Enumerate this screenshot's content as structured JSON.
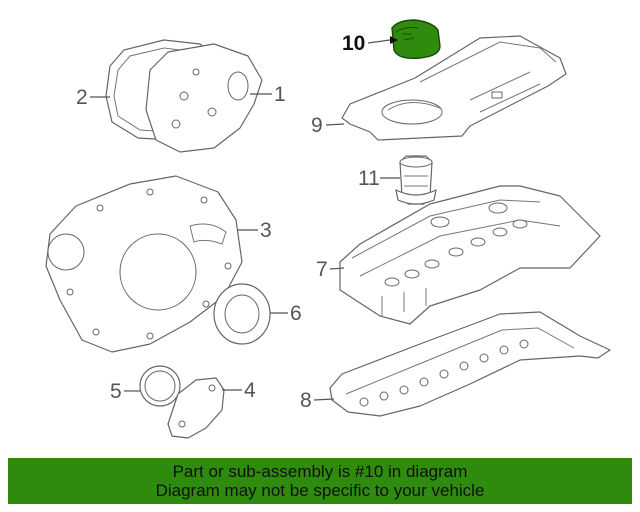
{
  "diagram": {
    "callouts": [
      {
        "id": "1",
        "label": "1"
      },
      {
        "id": "2",
        "label": "2"
      },
      {
        "id": "3",
        "label": "3"
      },
      {
        "id": "4",
        "label": "4"
      },
      {
        "id": "5",
        "label": "5"
      },
      {
        "id": "6",
        "label": "6"
      },
      {
        "id": "7",
        "label": "7"
      },
      {
        "id": "8",
        "label": "8"
      },
      {
        "id": "9",
        "label": "9"
      },
      {
        "id": "10",
        "label": "10"
      },
      {
        "id": "11",
        "label": "11"
      }
    ],
    "highlighted_part": "10",
    "highlight_color": "#2e8b0e"
  },
  "banner": {
    "line1": "Part or sub-assembly is #10 in diagram",
    "line2": "Diagram may not be specific to your vehicle",
    "background": "#2e8b0e"
  }
}
